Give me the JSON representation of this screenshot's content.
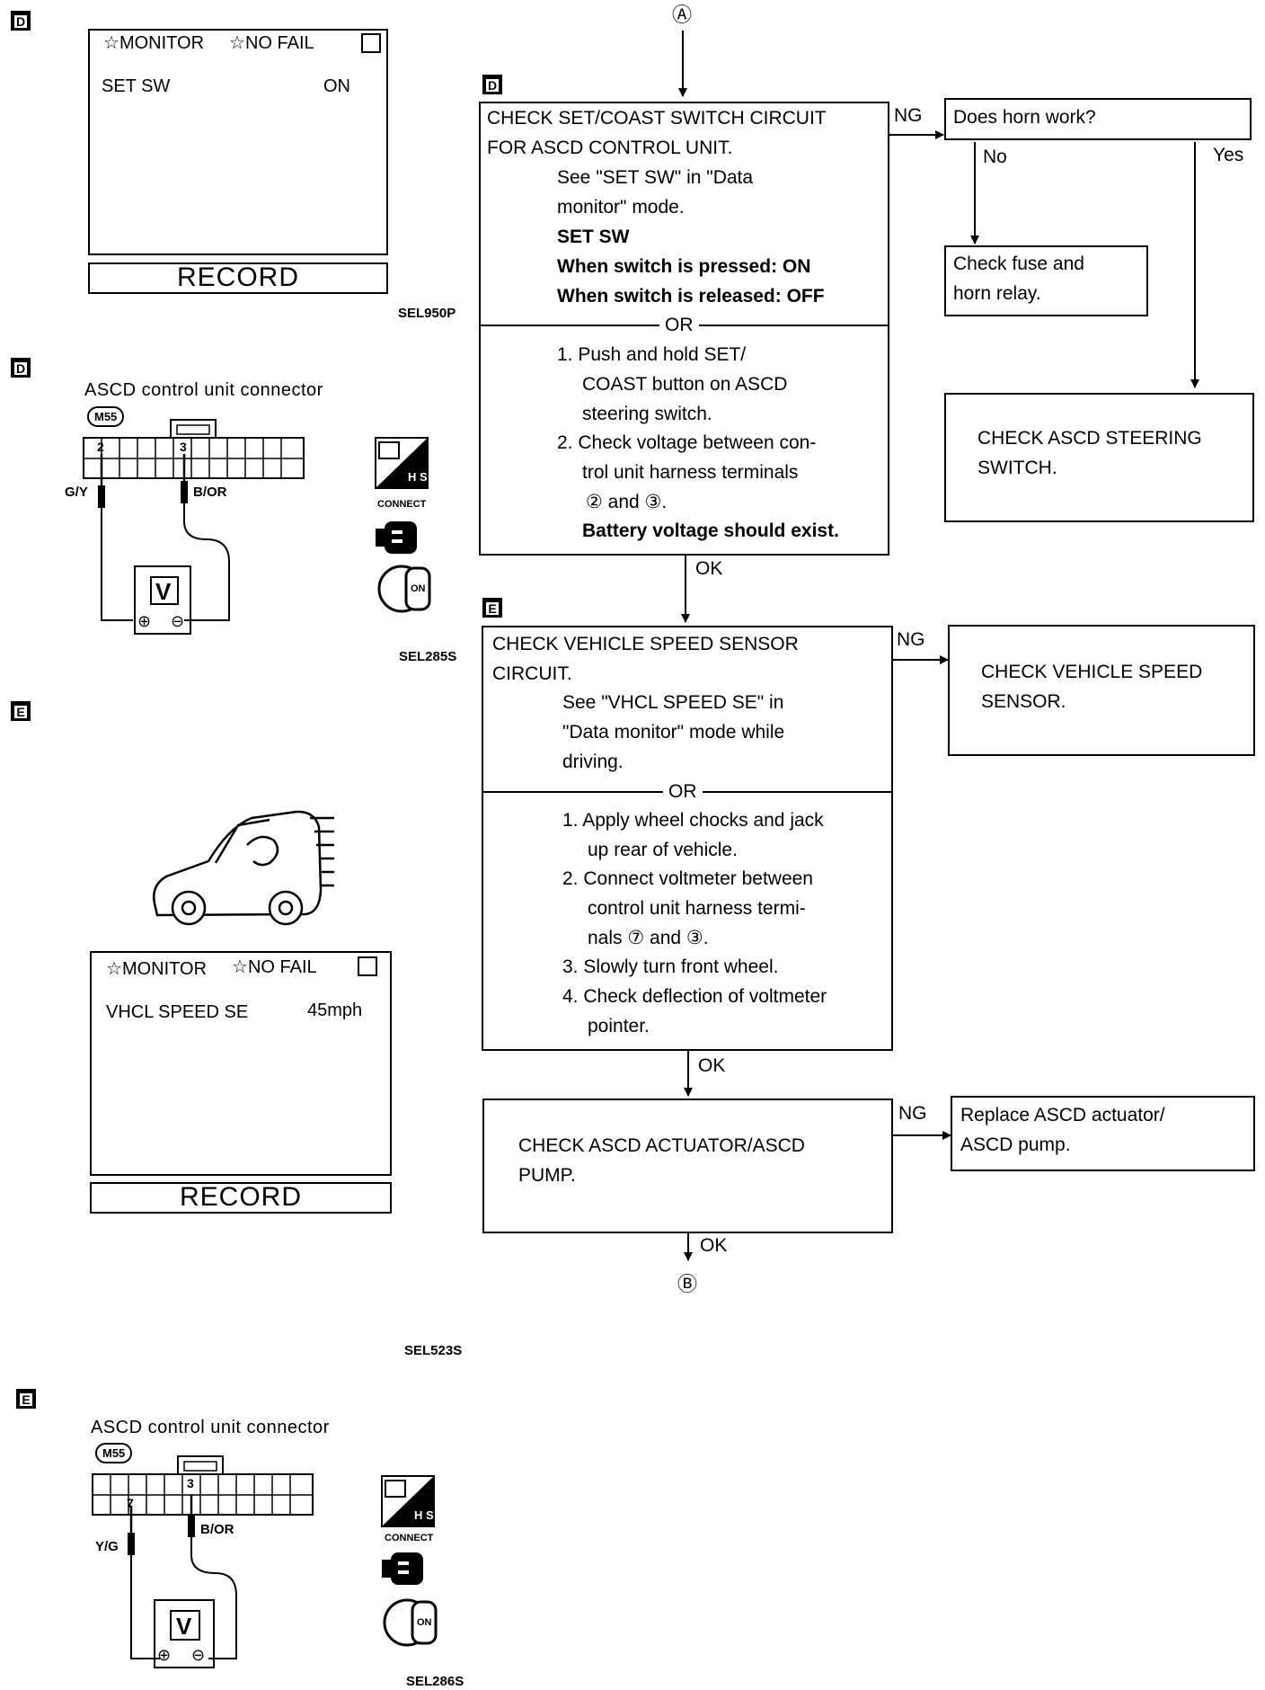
{
  "markers": {
    "d": "D",
    "e": "E"
  },
  "monitor_screen_1": {
    "monitor": "MONITOR",
    "no_fail": "NO FAIL",
    "item": "SET SW",
    "value": "ON",
    "record": "RECORD"
  },
  "monitor_screen_2": {
    "monitor": "MONITOR",
    "no_fail": "NO FAIL",
    "item": "VHCL SPEED SE",
    "value": "45mph",
    "record": "RECORD"
  },
  "figure_codes": [
    "SEL950P",
    "SEL285S",
    "SEL523S",
    "SEL286S"
  ],
  "connector_1": {
    "title": "ASCD control unit connector",
    "code": "M55",
    "pin_a": "2",
    "pin_b": "3",
    "wire_a": "G/Y",
    "wire_b": "B/OR",
    "meter": "V",
    "plus": "⊕",
    "minus": "⊖"
  },
  "connector_2": {
    "title": "ASCD control unit connector",
    "code": "M55",
    "pin_a": "7",
    "pin_b": "3",
    "wire_a": "Y/G",
    "wire_b": "B/OR",
    "meter": "V",
    "plus": "⊕",
    "minus": "⊖"
  },
  "side_icons": {
    "hs": "H S",
    "connect": "CONNECT",
    "on": "ON"
  },
  "connectors": {
    "a": "Ⓐ",
    "b": "Ⓑ"
  },
  "flow": {
    "box_d": {
      "title": [
        "CHECK SET/COAST SWITCH CIRCUIT",
        "FOR ASCD CONTROL UNIT."
      ],
      "consult": [
        "See \"SET SW\" in \"Data",
        "monitor\" mode."
      ],
      "spec": [
        "SET SW",
        "When switch is pressed: ON",
        "When switch is released: OFF"
      ],
      "or": "OR",
      "steps": [
        "1. Push and hold SET/",
        "COAST button on ASCD",
        "steering switch.",
        "2. Check voltage between con-",
        "trol unit harness terminals",
        "② and ③."
      ],
      "result": "Battery voltage should exist."
    },
    "box_e": {
      "title": [
        "CHECK VEHICLE SPEED SENSOR",
        "CIRCUIT."
      ],
      "consult": [
        "See \"VHCL SPEED SE\" in",
        "\"Data monitor\" mode while",
        "driving."
      ],
      "or": "OR",
      "steps": [
        "1. Apply wheel chocks and jack",
        "up rear of vehicle.",
        "2. Connect voltmeter between",
        "control unit harness termi-",
        "nals ⑦ and ③.",
        "3. Slowly turn front wheel.",
        "4. Check deflection of voltmeter",
        "pointer."
      ]
    },
    "horn": "Does horn work?",
    "no": "No",
    "yes": "Yes",
    "fuse": [
      "Check fuse and",
      "horn relay."
    ],
    "steering": [
      "CHECK ASCD STEERING",
      "SWITCH."
    ],
    "speed_sensor": [
      "CHECK VEHICLE SPEED",
      "SENSOR."
    ],
    "actuator": [
      "CHECK ASCD ACTUATOR/ASCD",
      "PUMP."
    ],
    "replace": [
      "Replace ASCD actuator/",
      "ASCD pump."
    ],
    "ng": "NG",
    "ok": "OK"
  }
}
